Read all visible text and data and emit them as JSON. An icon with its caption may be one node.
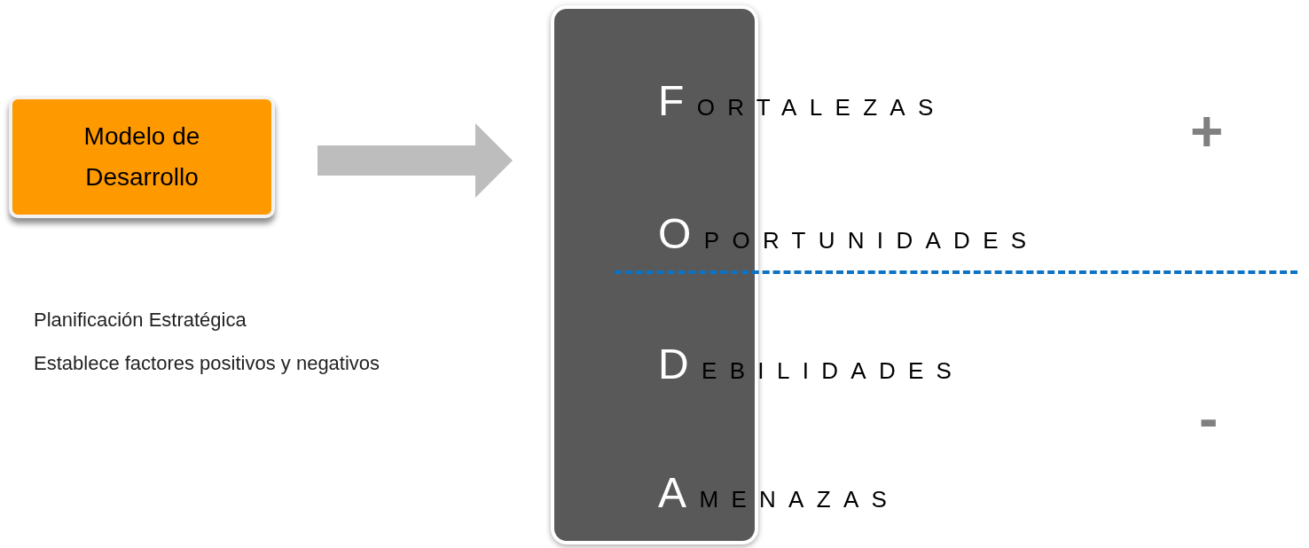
{
  "diagram": {
    "nodes": [
      {
        "text": [
          "Modelo de Desarrollo"
        ]
      },
      {
        "text": [],
        "shape": "bar"
      }
    ],
    "edges": [
      {
        "from": 0,
        "to": 1,
        "arrow": "to"
      }
    ],
    "labels": [
      "FORTALEZAS",
      "+",
      "OPORTUNIDADES",
      "Planificación Estratégica",
      "Establece factores positivos y negativos",
      "DEBILIDADES",
      "-",
      "AMENAZAS"
    ]
  }
}
